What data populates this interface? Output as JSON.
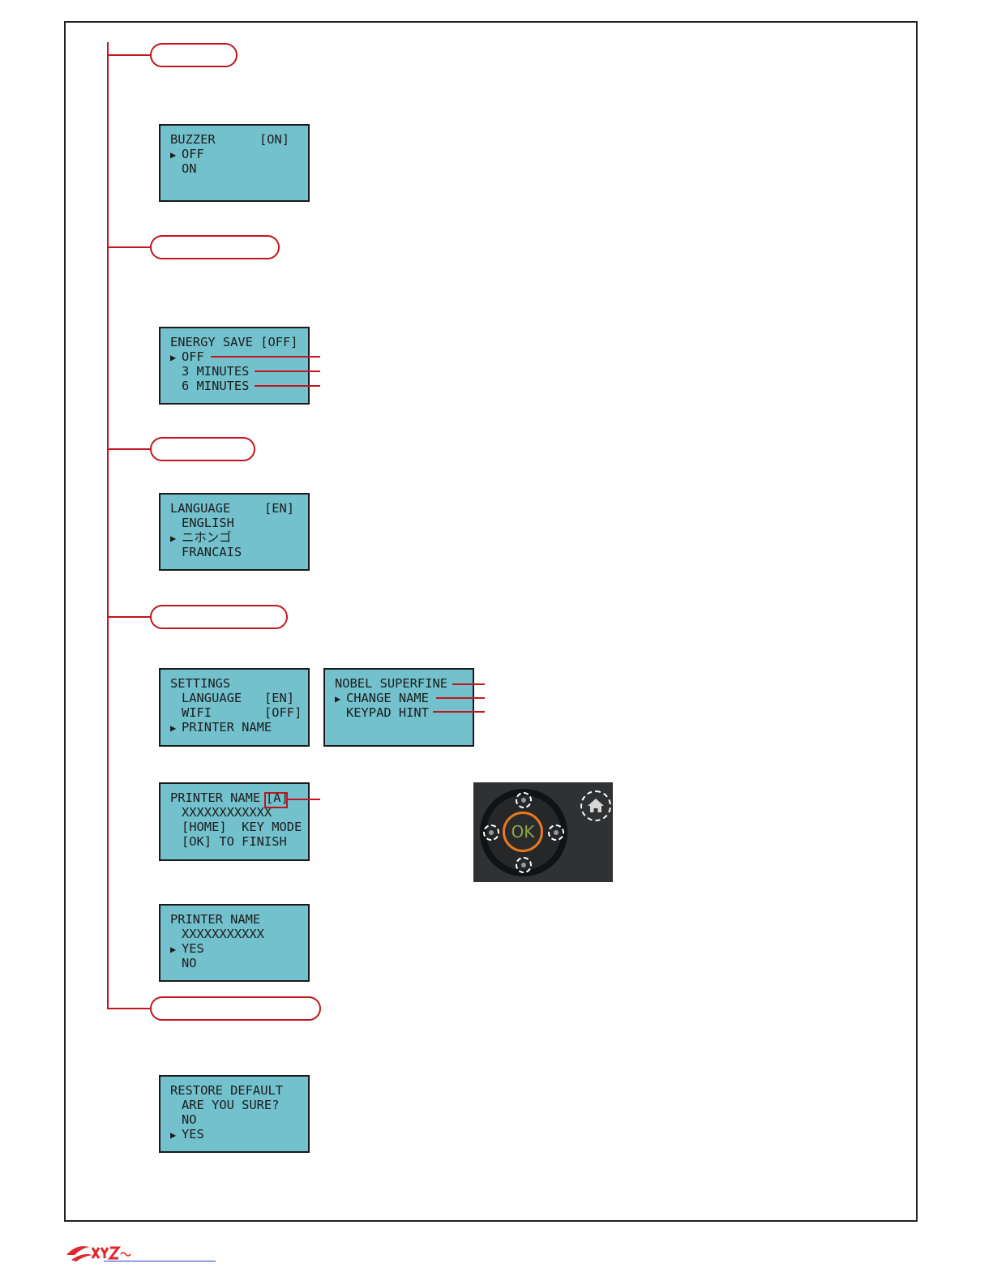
{
  "screens": {
    "buzzer": {
      "rows": [
        {
          "arrow": false,
          "text": "BUZZER",
          "right": "[ON]"
        },
        {
          "arrow": true,
          "text": "OFF"
        },
        {
          "arrow": false,
          "text": "ON"
        }
      ]
    },
    "energy": {
      "rows": [
        {
          "arrow": false,
          "text": "ENERGY SAVE [OFF]"
        },
        {
          "arrow": true,
          "text": "OFF"
        },
        {
          "arrow": false,
          "text": "3 MINUTES"
        },
        {
          "arrow": false,
          "text": "6 MINUTES"
        }
      ]
    },
    "language": {
      "rows": [
        {
          "arrow": false,
          "text": "LANGUAGE",
          "right": "[EN]"
        },
        {
          "arrow": false,
          "text": "ENGLISH"
        },
        {
          "arrow": true,
          "text": "ニホンゴ"
        },
        {
          "arrow": false,
          "text": "FRANCAIS"
        }
      ]
    },
    "settings": {
      "rows": [
        {
          "arrow": false,
          "text": "SETTINGS"
        },
        {
          "arrow": false,
          "text": "LANGUAGE",
          "right": "[EN]"
        },
        {
          "arrow": false,
          "text": "WIFI",
          "right": "[OFF]"
        },
        {
          "arrow": true,
          "text": "PRINTER NAME"
        }
      ]
    },
    "printer_menu": {
      "rows": [
        {
          "arrow": false,
          "text": "NOBEL SUPERFINE"
        },
        {
          "arrow": true,
          "text": "CHANGE NAME"
        },
        {
          "arrow": false,
          "text": "KEYPAD HINT"
        }
      ]
    },
    "printer_edit": {
      "rows": [
        {
          "arrow": false,
          "text": "PRINTER NAME",
          "right": "[A]"
        },
        {
          "arrow": false,
          "text": "XXXXXXXXXXXX"
        },
        {
          "arrow": false,
          "text": "[HOME]  KEY MODE"
        },
        {
          "arrow": false,
          "text": "[OK] TO FINISH"
        }
      ]
    },
    "printer_confirm": {
      "rows": [
        {
          "arrow": false,
          "text": "PRINTER NAME"
        },
        {
          "arrow": false,
          "text": "XXXXXXXXXXX"
        },
        {
          "arrow": true,
          "text": "YES"
        },
        {
          "arrow": false,
          "text": "NO"
        }
      ]
    },
    "restore": {
      "rows": [
        {
          "arrow": false,
          "text": "RESTORE DEFAULT"
        },
        {
          "arrow": false,
          "text": "ARE YOU SURE?"
        },
        {
          "arrow": false,
          "text": "NO"
        },
        {
          "arrow": true,
          "text": "YES"
        }
      ]
    }
  },
  "keypad": {
    "ok_label": "OK"
  },
  "glyphs": {
    "selector": "▶"
  },
  "colors": {
    "lcd": "#73c1cd",
    "accent": "#c0161f",
    "ok_ring": "#e97a1c"
  },
  "icons": [
    "home-icon",
    "xyz-logo-icon"
  ]
}
